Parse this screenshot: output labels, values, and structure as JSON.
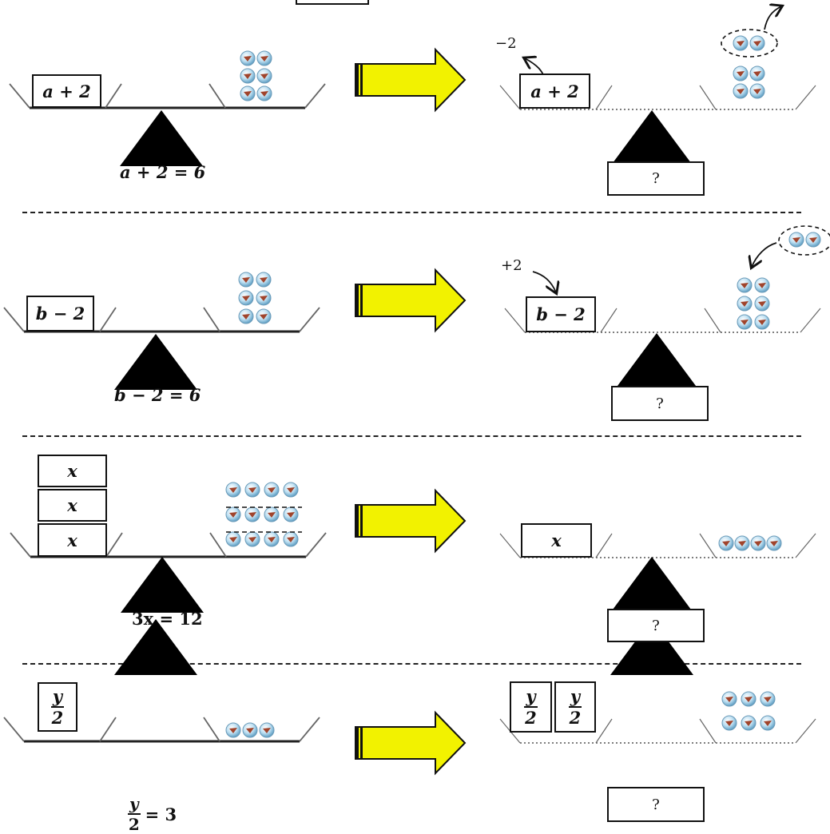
{
  "rows": [
    {
      "left_box": "a + 2",
      "equation": "a + 2 = 6",
      "right_box": "a + 2",
      "note": "−2",
      "question": "?",
      "left_coins": 6,
      "removed_coins": 2,
      "right_coins": 4
    },
    {
      "left_box": "b − 2",
      "equation": "b − 2 = 6",
      "right_box": "b − 2",
      "note": "+2",
      "question": "?",
      "left_coins": 6,
      "added_coins": 2,
      "right_coins": 6
    },
    {
      "left_box": "x",
      "equation": "3x = 12",
      "right_box": "x",
      "question": "?",
      "left_coins": 12,
      "right_coins": 4
    },
    {
      "frac_num": "y",
      "frac_den": "2",
      "equation_rhs": "= 3",
      "question": "?",
      "left_coins": 3,
      "right_coins": 6
    }
  ]
}
